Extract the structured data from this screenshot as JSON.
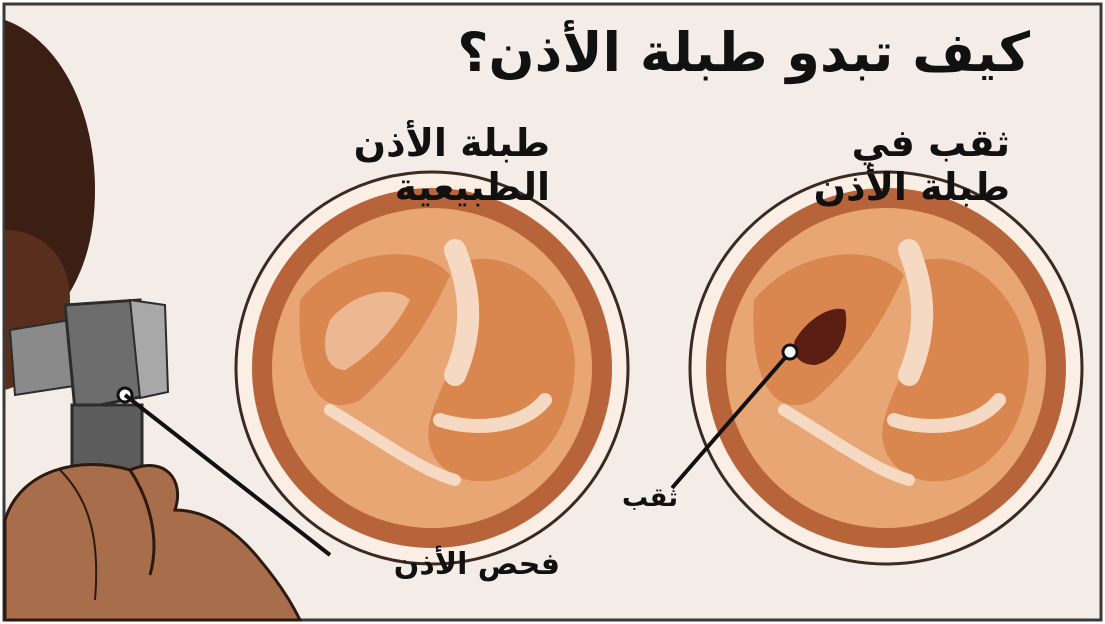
{
  "title": "كيف تبدو طبلة الأذن؟",
  "panels": {
    "normal": {
      "label_line1": "طبلة الأذن",
      "label_line2": "الطبيعية"
    },
    "perforated": {
      "label_line1": "ثقب في",
      "label_line2": "طبلة الأذن",
      "callout": "ثقب"
    }
  },
  "exam": {
    "label": "فحص الأذن"
  },
  "colors": {
    "background": "#f4ece6",
    "frame": "#3a3a3a",
    "eardrum_rim": "#b7643a",
    "eardrum_fill": "#e8a675",
    "eardrum_light": "#f6d9c3",
    "hole": "#5a1f12",
    "skin_dark": "#3b1f14",
    "skin_hand": "#a86e4c",
    "otoscope": "#6d6d6d"
  }
}
